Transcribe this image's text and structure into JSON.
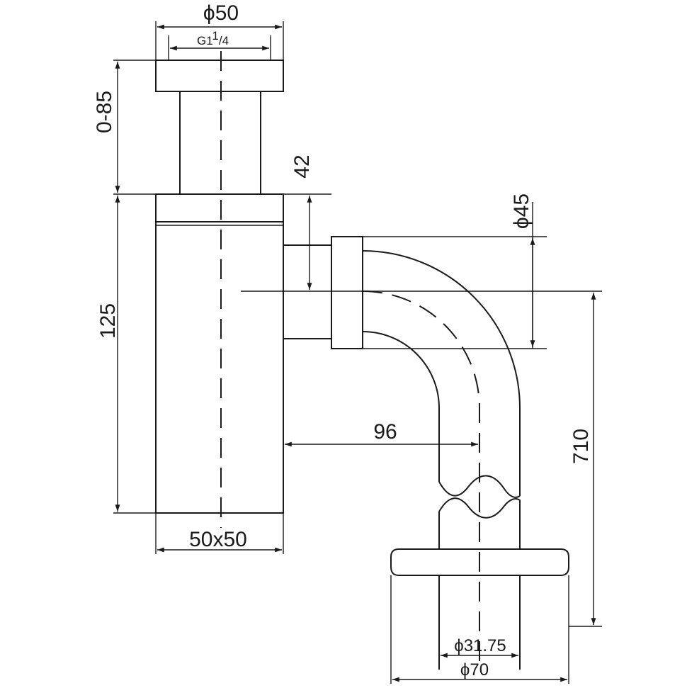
{
  "dimensions": {
    "top_dia": "ϕ50",
    "thread_main": "G1",
    "thread_sup": "1",
    "thread_frac": "/4",
    "adjust_range": "0-85",
    "body_height": "125",
    "outlet_offset": "42",
    "outlet_dia": "ϕ45",
    "body_section": "50x50",
    "horizontal_reach": "96",
    "drop_height": "710",
    "pipe_dia": "ϕ31.75",
    "flange_dia": "ϕ70"
  },
  "colors": {
    "ink": "#1a1a1a",
    "background": "#ffffff"
  }
}
